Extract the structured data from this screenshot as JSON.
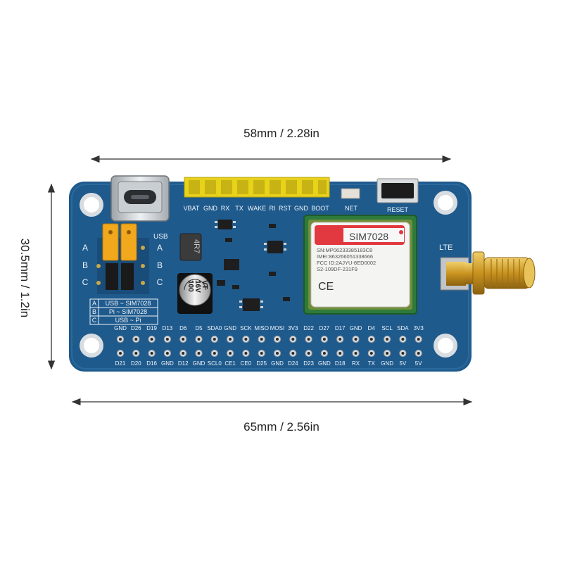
{
  "dimensions": {
    "width_upper": "58mm / 2.28in",
    "width_lower": "65mm / 2.56in",
    "height": "30.5mm / 1.2in"
  },
  "board": {
    "usb_label": "USB",
    "header_pins": [
      "VBAT",
      "GND",
      "RX",
      "TX",
      "WAKE",
      "RI",
      "RST",
      "GND",
      "BOOT"
    ],
    "net_label": "NET",
    "reset_label": "RESET",
    "lte_label": "LTE",
    "inductor_label": "4R7",
    "capacitor_lines": [
      "100",
      "16V",
      "VT"
    ],
    "jumper_rows": [
      "A",
      "B",
      "C"
    ],
    "mode_table": [
      {
        "key": "A",
        "desc": "USB ~ SIM7028"
      },
      {
        "key": "B",
        "desc": "Pi ~ SIM7028"
      },
      {
        "key": "C",
        "desc": "USB ~ Pi"
      }
    ],
    "gpio_top": [
      "GND",
      "D26",
      "D19",
      "D13",
      "D6",
      "D5",
      "SDA0",
      "GND",
      "SCK",
      "MISO",
      "MOSI",
      "3V3",
      "D22",
      "D27",
      "D17",
      "GND",
      "D4",
      "SCL",
      "SDA",
      "3V3"
    ],
    "gpio_bottom": [
      "D21",
      "D20",
      "D16",
      "GND",
      "D12",
      "GND",
      "SCL0",
      "CE1",
      "CE0",
      "D25",
      "GND",
      "D24",
      "D23",
      "GND",
      "D18",
      "RX",
      "TX",
      "GND",
      "5V",
      "5V"
    ]
  },
  "module": {
    "name": "SIM7028",
    "lines": [
      "SN:MP06233385183C8",
      "IMEI:863266051338666",
      "FCC ID:2AJYU-8ED0002",
      "S2-109DF-231F9"
    ],
    "ce_mark": "CE"
  },
  "colors": {
    "pcb": "#1f5a8c",
    "pcb_dark": "#174a74",
    "silkscreen": "#eef4fa",
    "header_yellow": "#e8d21a",
    "jumper_orange": "#f2a81d",
    "gold": "#d4a12c"
  }
}
